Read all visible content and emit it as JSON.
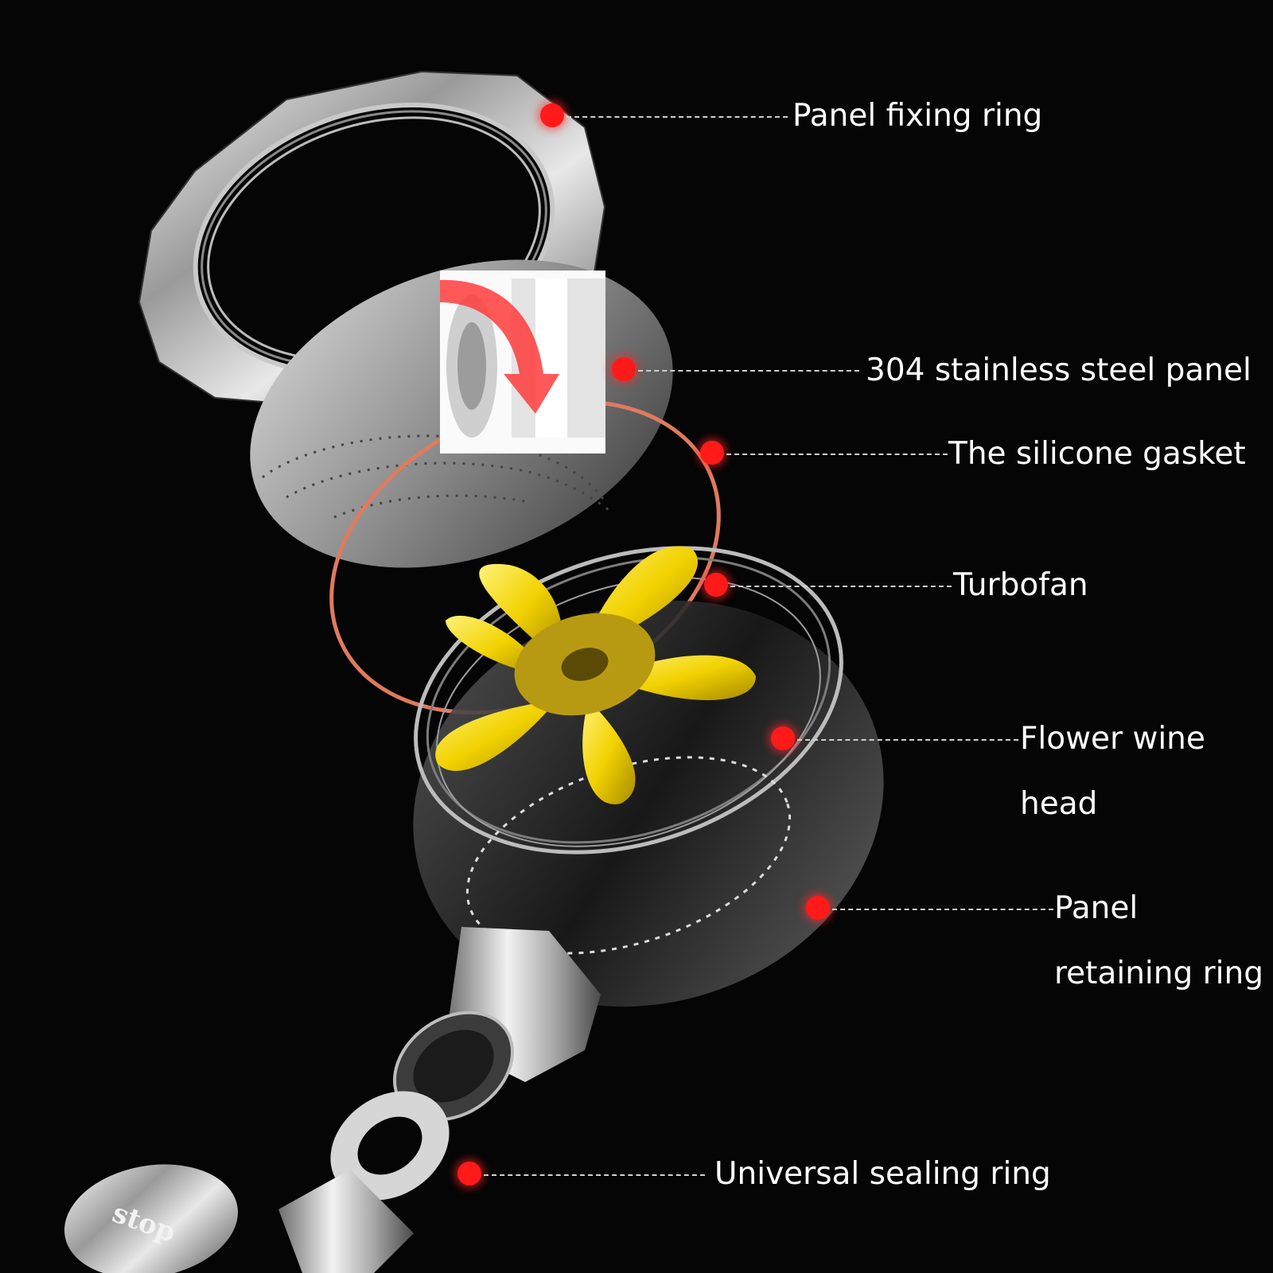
{
  "labels": [
    {
      "id": "panel-fixing-ring",
      "lines": [
        "Panel fixing ring"
      ]
    },
    {
      "id": "stainless-steel-panel",
      "lines": [
        "304 stainless steel panel"
      ]
    },
    {
      "id": "silicone-gasket",
      "lines": [
        "The silicone gasket"
      ]
    },
    {
      "id": "turbofan",
      "lines": [
        "Turbofan"
      ]
    },
    {
      "id": "flower-wine-head",
      "lines": [
        "Flower wine",
        "head"
      ]
    },
    {
      "id": "panel-retaining-ring",
      "lines": [
        "Panel",
        "retaining ring"
      ]
    },
    {
      "id": "universal-sealing-ring",
      "lines": [
        "Universal sealing ring"
      ]
    }
  ],
  "button_engraving": "stop",
  "colors": {
    "background": "#050505",
    "marker": "#ff1a1a",
    "label_text": "#ffffff",
    "fan": "#f2d200",
    "gasket": "#e07a5f",
    "rotation_arrow": "#ff3b3b"
  }
}
